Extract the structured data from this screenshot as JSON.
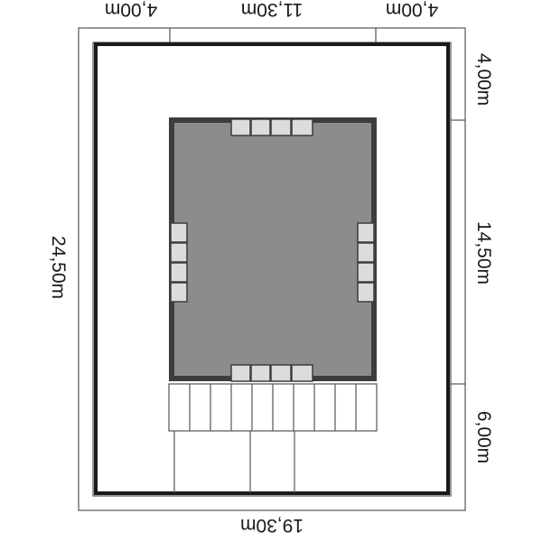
{
  "plan": {
    "top_dimensions": [
      "4,00m",
      "11,30m",
      "4,00m"
    ],
    "bottom_dimension": "19,30m",
    "left_dimension": "24,50m",
    "right_dimensions": [
      "4,00m",
      "14,50m",
      "6,00m"
    ]
  },
  "colors": {
    "outline": "#1a1a1a",
    "building_fill": "#8c8c8c",
    "building_wall": "#3d3d3d",
    "window_fill": "#dcdcdc",
    "grid_line": "#555555"
  }
}
